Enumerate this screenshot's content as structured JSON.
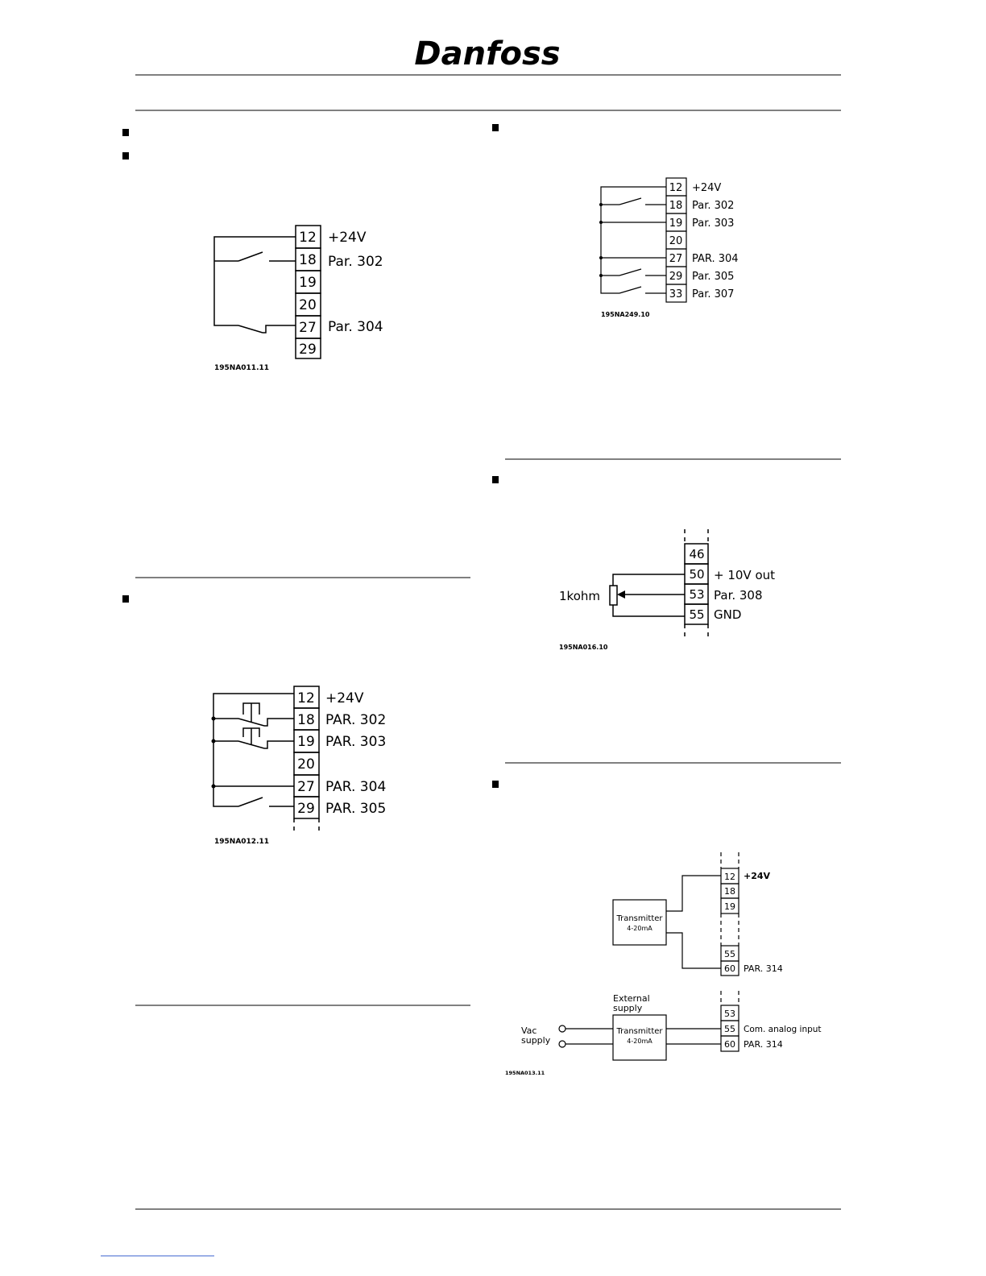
{
  "logo": {
    "text": "Danfoss"
  },
  "diagram1": {
    "terminals": [
      "12",
      "18",
      "19",
      "20",
      "27",
      "29"
    ],
    "labels": {
      "t12": "+24V",
      "t18": "Par. 302",
      "t27": "Par. 304"
    },
    "code": "195NA011.11"
  },
  "diagram2": {
    "terminals": [
      "12",
      "18",
      "19",
      "20",
      "27",
      "29"
    ],
    "labels": {
      "t12": "+24V",
      "t18": "PAR. 302",
      "t19": "PAR. 303",
      "t27": "PAR. 304",
      "t29": "PAR. 305"
    },
    "code": "195NA012.11"
  },
  "diagram3": {
    "terminals": [
      "12",
      "18",
      "19",
      "20",
      "27",
      "29",
      "33"
    ],
    "labels": {
      "t12": "+24V",
      "t18": "Par. 302",
      "t19": "Par. 303",
      "t27": "PAR. 304",
      "t29": "Par. 305",
      "t33": "Par. 307"
    },
    "code": "195NA249.10"
  },
  "diagram4": {
    "terminals": [
      "46",
      "50",
      "53",
      "55"
    ],
    "labels": {
      "t50": "+ 10V out",
      "t53": "Par. 308",
      "t55": "GND",
      "resistor": "1kohm"
    },
    "code": "195NA016.10"
  },
  "diagram5": {
    "top_terminals": [
      "12",
      "18",
      "19",
      "55",
      "60"
    ],
    "bottom_terminals": [
      "53",
      "55",
      "60"
    ],
    "labels": {
      "t12": "+24V",
      "t60_top": "PAR. 314",
      "transmitter_top_l1": "Transmitter",
      "transmitter_top_l2": "4-20mA",
      "external_l1": "External",
      "external_l2": "supply",
      "transmitter_bot_l1": "Transmitter",
      "transmitter_bot_l2": "4-20mA",
      "vac_l1": "Vac",
      "vac_l2": "supply",
      "t55_bot": "Com. analog input",
      "t60_bot": "PAR. 314"
    },
    "code": "195NA013.11"
  }
}
